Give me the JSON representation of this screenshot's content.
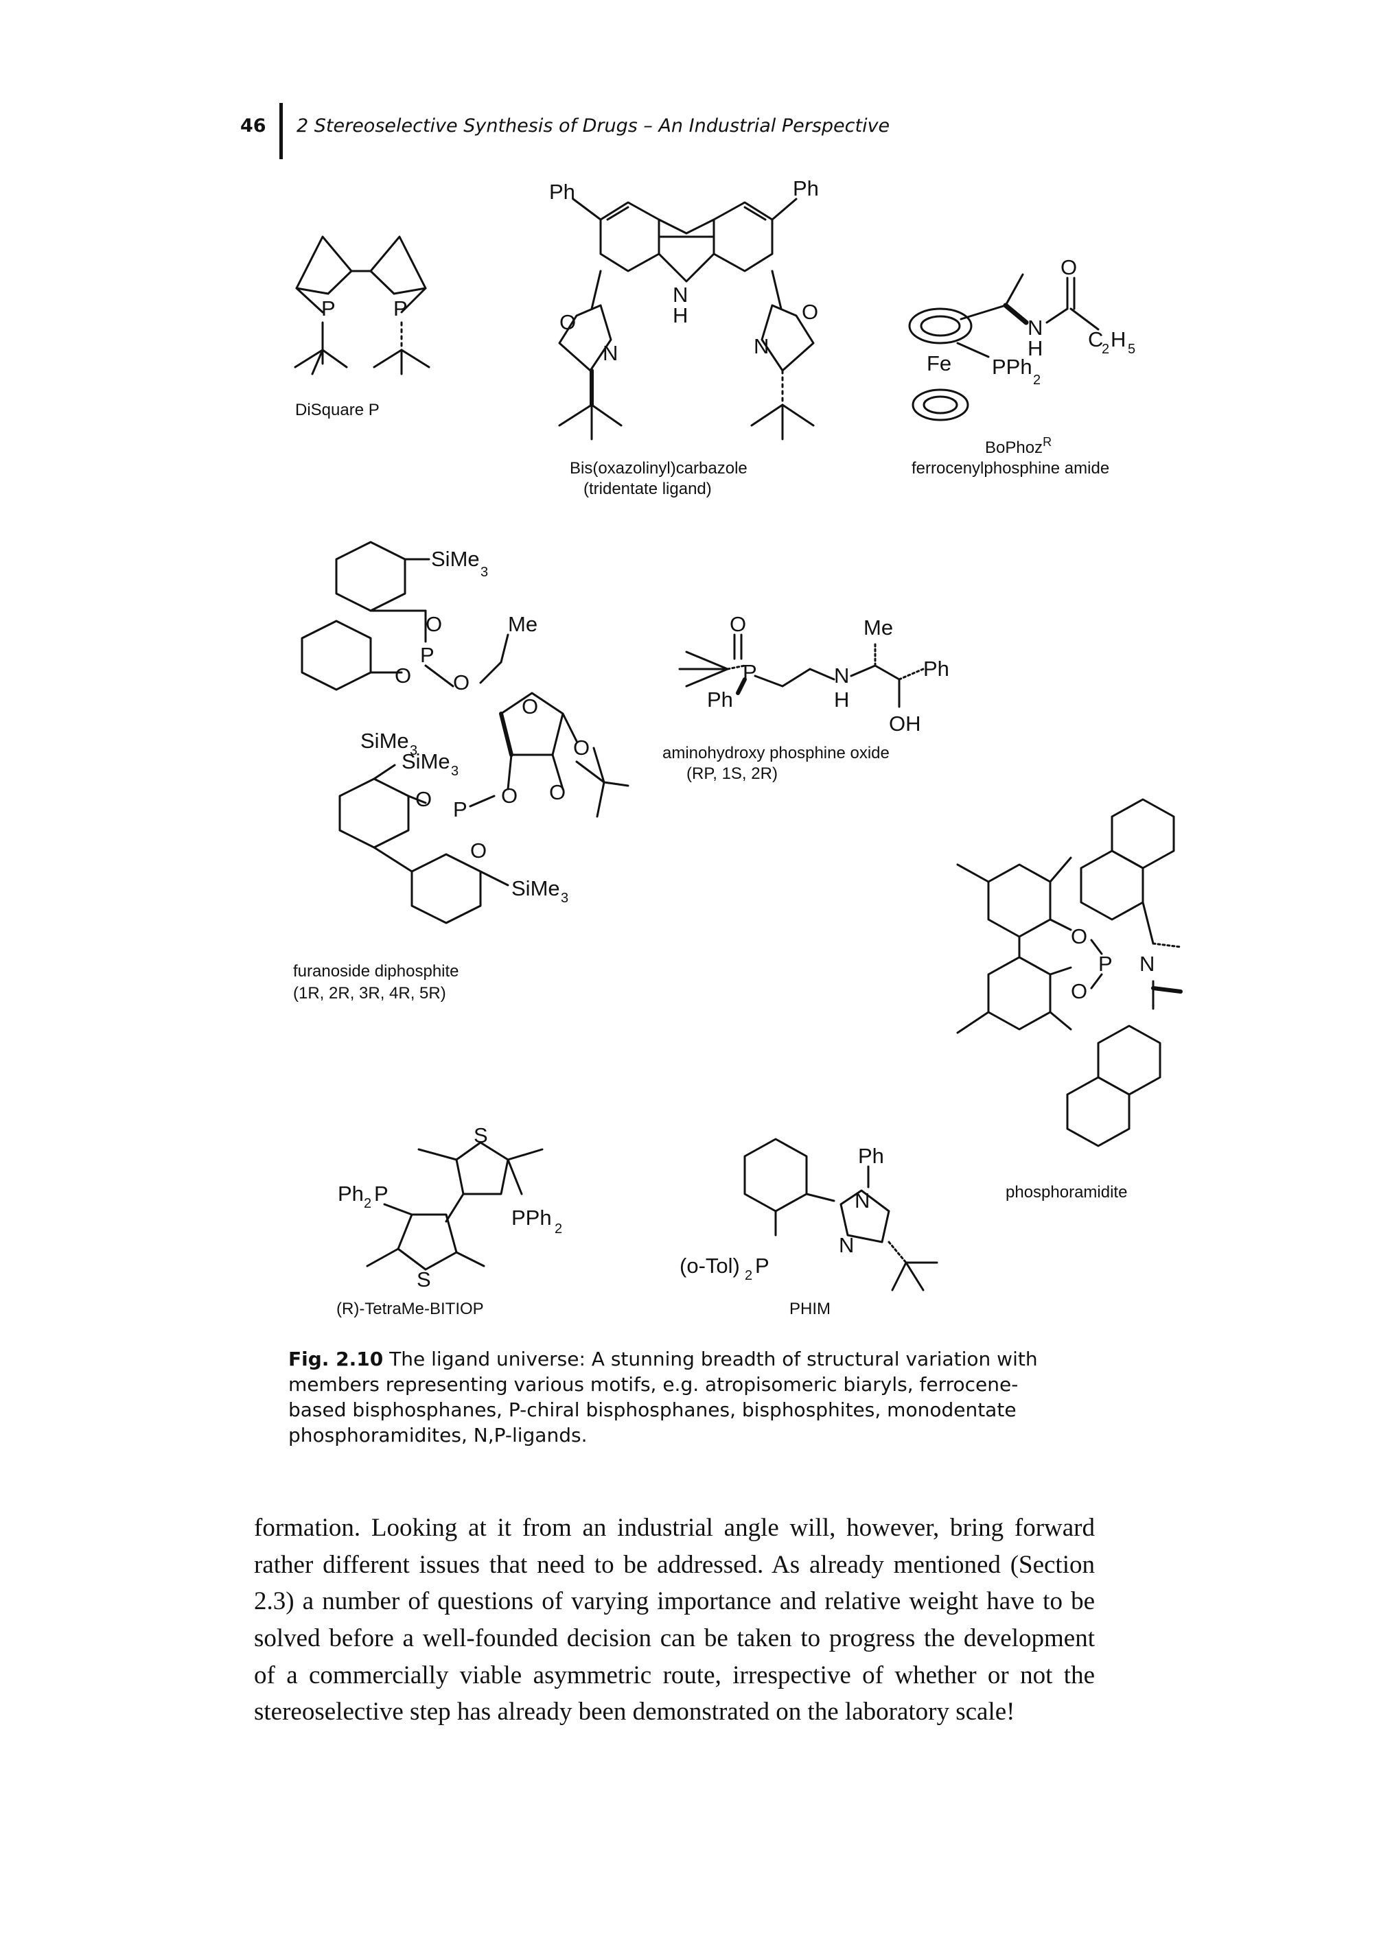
{
  "header": {
    "page_number": "46",
    "running_title": "2 Stereoselective Synthesis of Drugs – An Industrial Perspective"
  },
  "figure": {
    "compounds": {
      "disquare": {
        "name": "DiSquare P"
      },
      "bisox": {
        "name_line1": "Bis(oxazolinyl)carbazole",
        "name_line2": "(tridentate ligand)"
      },
      "bophoz": {
        "name_line1": "BoPhoz",
        "name_sup": "R",
        "name_line2": "ferrocenylphosphine amide"
      },
      "furanoside": {
        "name_line1": "furanoside diphosphite",
        "name_line2": "(1R, 2R, 3R, 4R, 5R)"
      },
      "aminohydroxy": {
        "name_line1": "aminohydroxy phosphine oxide",
        "name_line2": "(RP, 1S, 2R)"
      },
      "phosphoramidite": {
        "name": "phosphoramidite"
      },
      "bitiop": {
        "name": "(R)-TetraMe-BITIOP"
      },
      "phim": {
        "name": "PHIM"
      }
    },
    "atoms": {
      "P": "P",
      "N": "N",
      "O": "O",
      "S": "S",
      "H": "H",
      "Fe": "Fe",
      "Ph": "Ph",
      "Me": "Me",
      "OH": "OH",
      "SiMe": "SiMe",
      "PPh": "PPh",
      "Ph2P": "Ph",
      "oTol": "(o-Tol)",
      "C2H": "C",
      "two": "2",
      "three": "3",
      "five": "5",
      "H_sub": "H"
    }
  },
  "caption": {
    "label": "Fig. 2.10",
    "text": "The ligand universe: A stunning breadth of structural variation with members representing various motifs, e.g. atropisomeric biaryls, ferrocene-based bisphosphanes, P-chiral bisphosphanes, bisphosphites, monodentate phosphoramidites, N,P-ligands."
  },
  "body": {
    "paragraph": "formation. Looking at it from an industrial angle will, however, bring forward rather different issues that need to be addressed. As already mentioned (Section 2.3) a number of questions of varying importance and relative weight have to be solved before a well-founded decision can be taken to progress the development of a commercially viable asymmetric route, irrespective of whether or not the stereoselective step has already been demonstrated on the laboratory scale!"
  }
}
